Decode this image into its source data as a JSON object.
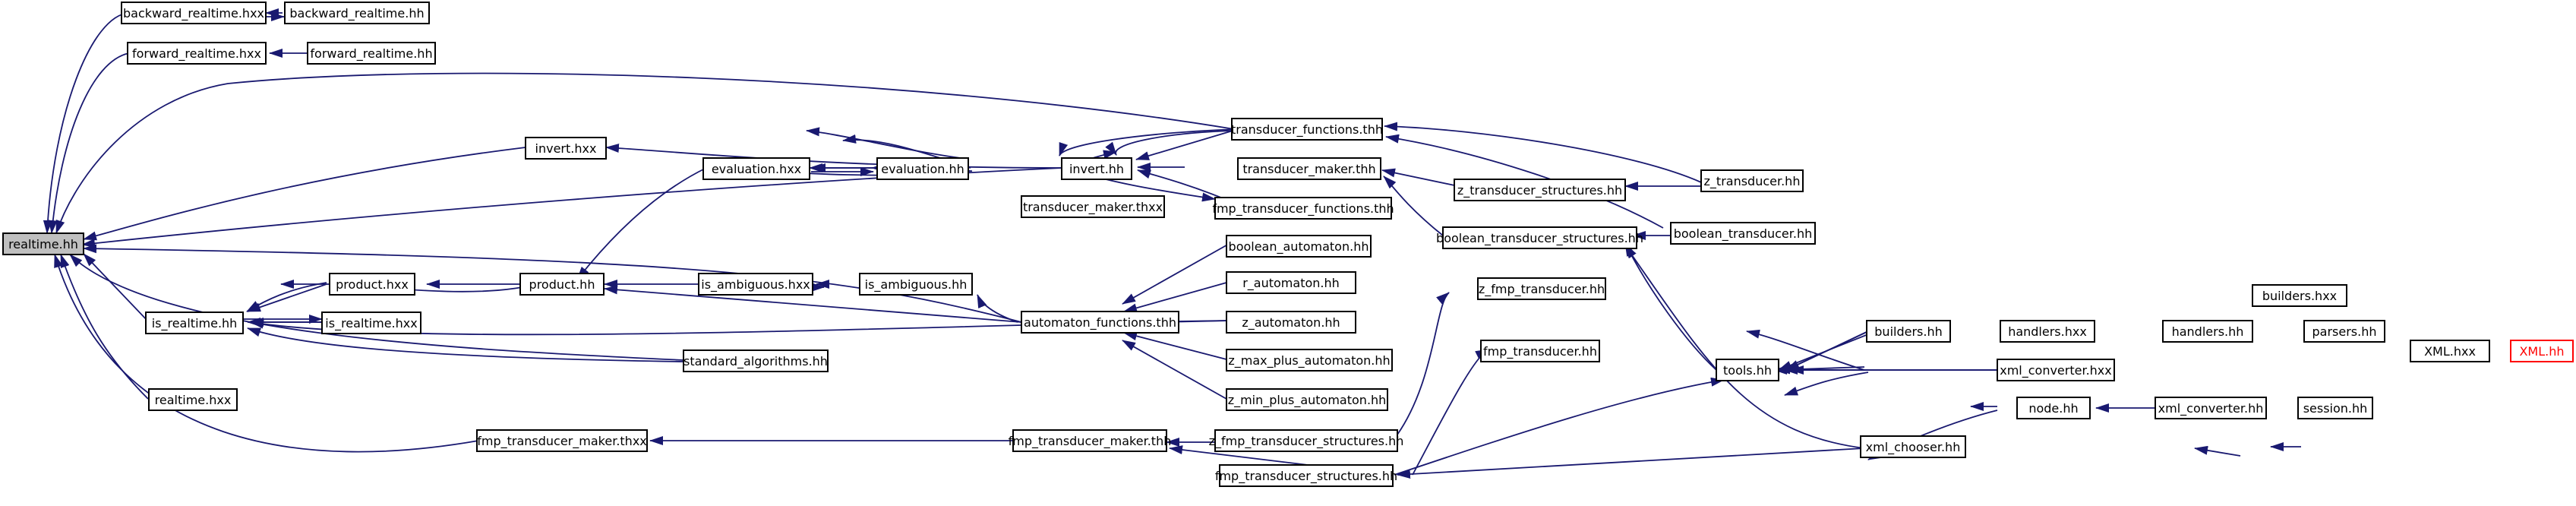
{
  "colors": {
    "edge": "#191970",
    "root_fill": "#bfbfbf",
    "highlight": "#ff0000"
  },
  "nodes": [
    {
      "id": "realtime_hh",
      "label": "realtime.hh"
    },
    {
      "id": "backward_rt_hxx",
      "label": "backward_realtime.hxx"
    },
    {
      "id": "backward_rt_hh",
      "label": "backward_realtime.hh"
    },
    {
      "id": "forward_rt_hxx",
      "label": "forward_realtime.hxx"
    },
    {
      "id": "forward_rt_hh",
      "label": "forward_realtime.hh"
    },
    {
      "id": "invert_hxx",
      "label": "invert.hxx"
    },
    {
      "id": "evaluation_hxx",
      "label": "evaluation.hxx"
    },
    {
      "id": "evaluation_hh",
      "label": "evaluation.hh"
    },
    {
      "id": "invert_hh",
      "label": "invert.hh"
    },
    {
      "id": "transducer_functions_thh",
      "label": "transducer_functions.thh"
    },
    {
      "id": "transducer_maker_thh",
      "label": "transducer_maker.thh"
    },
    {
      "id": "transducer_maker_thxx",
      "label": "transducer_maker.thxx"
    },
    {
      "id": "fmp_transducer_functions_thh",
      "label": "fmp_transducer_functions.thh"
    },
    {
      "id": "z_transducer_structures_hh",
      "label": "z_transducer_structures.hh"
    },
    {
      "id": "z_transducer_hh",
      "label": "z_transducer.hh"
    },
    {
      "id": "boolean_transducer_structures_hh",
      "label": "boolean_transducer_structures.hh"
    },
    {
      "id": "boolean_transducer_hh",
      "label": "boolean_transducer.hh"
    },
    {
      "id": "product_hxx",
      "label": "product.hxx"
    },
    {
      "id": "product_hh",
      "label": "product.hh"
    },
    {
      "id": "is_ambiguous_hxx",
      "label": "is_ambiguous.hxx"
    },
    {
      "id": "is_ambiguous_hh",
      "label": "is_ambiguous.hh"
    },
    {
      "id": "boolean_automaton_hh",
      "label": "boolean_automaton.hh"
    },
    {
      "id": "r_automaton_hh",
      "label": "r_automaton.hh"
    },
    {
      "id": "z_automaton_hh",
      "label": "z_automaton.hh"
    },
    {
      "id": "z_max_plus_automaton_hh",
      "label": "z_max_plus_automaton.hh"
    },
    {
      "id": "z_min_plus_automaton_hh",
      "label": "z_min_plus_automaton.hh"
    },
    {
      "id": "automaton_functions_thh",
      "label": "automaton_functions.thh"
    },
    {
      "id": "is_realtime_hh",
      "label": "is_realtime.hh"
    },
    {
      "id": "is_realtime_hxx",
      "label": "is_realtime.hxx"
    },
    {
      "id": "standard_algorithms_hh",
      "label": "standard_algorithms.hh"
    },
    {
      "id": "realtime_hxx",
      "label": "realtime.hxx"
    },
    {
      "id": "z_fmp_transducer_hh",
      "label": "z_fmp_transducer.hh"
    },
    {
      "id": "fmp_transducer_hh",
      "label": "fmp_transducer.hh"
    },
    {
      "id": "fmp_transducer_maker_thxx",
      "label": "fmp_transducer_maker.thxx"
    },
    {
      "id": "fmp_transducer_maker_thh",
      "label": "fmp_transducer_maker.thh"
    },
    {
      "id": "z_fmp_transducer_structures_hh",
      "label": "z_fmp_transducer_structures.hh"
    },
    {
      "id": "fmp_transducer_structures_hh",
      "label": "fmp_transducer_structures.hh"
    },
    {
      "id": "tools_hh",
      "label": "tools.hh"
    },
    {
      "id": "builders_hh",
      "label": "builders.hh"
    },
    {
      "id": "handlers_hxx",
      "label": "handlers.hxx"
    },
    {
      "id": "handlers_hh",
      "label": "handlers.hh"
    },
    {
      "id": "builders_hxx",
      "label": "builders.hxx"
    },
    {
      "id": "parsers_hh",
      "label": "parsers.hh"
    },
    {
      "id": "xml_converter_hxx",
      "label": "xml_converter.hxx"
    },
    {
      "id": "node_hh",
      "label": "node.hh"
    },
    {
      "id": "xml_converter_hh",
      "label": "xml_converter.hh"
    },
    {
      "id": "xml_chooser_hh",
      "label": "xml_chooser.hh"
    },
    {
      "id": "session_hh",
      "label": "session.hh"
    },
    {
      "id": "XML_hxx",
      "label": "XML.hxx"
    },
    {
      "id": "XML_hh",
      "label": "XML.hh"
    }
  ]
}
